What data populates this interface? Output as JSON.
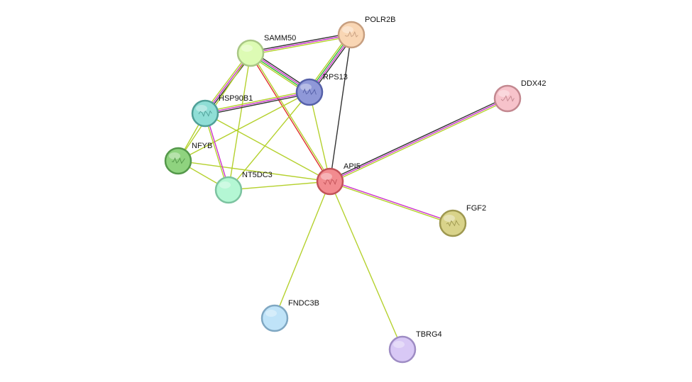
{
  "network": {
    "nodes": [
      {
        "id": "API5",
        "label": "API5",
        "color": "#f28b8f",
        "stroke": "#c25258",
        "has_structure": true
      },
      {
        "id": "POLR2B",
        "label": "POLR2B",
        "color": "#f9d6b4",
        "stroke": "#c79f80",
        "has_structure": true
      },
      {
        "id": "SAMM50",
        "label": "SAMM50",
        "color": "#ddfbb4",
        "stroke": "#a9c785",
        "has_structure": false
      },
      {
        "id": "RPS13",
        "label": "RPS13",
        "color": "#8f98d8",
        "stroke": "#5560a8",
        "has_structure": true
      },
      {
        "id": "HSP90B1",
        "label": "HSP90B1",
        "color": "#8fded6",
        "stroke": "#4f9f97",
        "has_structure": true
      },
      {
        "id": "NFYB",
        "label": "NFYB",
        "color": "#8fd37f",
        "stroke": "#54984a",
        "has_structure": true
      },
      {
        "id": "NT5DC3",
        "label": "NT5DC3",
        "color": "#b4f7d4",
        "stroke": "#7cc3a0",
        "has_structure": false
      },
      {
        "id": "DDX42",
        "label": "DDX42",
        "color": "#f7c3cb",
        "stroke": "#c38890",
        "has_structure": true
      },
      {
        "id": "FGF2",
        "label": "FGF2",
        "color": "#d9d38a",
        "stroke": "#9e9850",
        "has_structure": true
      },
      {
        "id": "FNDC3B",
        "label": "FNDC3B",
        "color": "#bfe3f8",
        "stroke": "#7fa7c2",
        "has_structure": false
      },
      {
        "id": "TBRG4",
        "label": "TBRG4",
        "color": "#d8c8f5",
        "stroke": "#9e8cc4",
        "has_structure": false
      }
    ],
    "edges": [
      {
        "from": "API5",
        "to": "DDX42",
        "colors": [
          "#333333",
          "#cc33cc",
          "#b5d12e"
        ]
      },
      {
        "from": "API5",
        "to": "FGF2",
        "colors": [
          "#cc33cc",
          "#b5d12e"
        ]
      },
      {
        "from": "API5",
        "to": "FNDC3B",
        "colors": [
          "#b5d12e"
        ]
      },
      {
        "from": "API5",
        "to": "TBRG4",
        "colors": [
          "#b5d12e"
        ]
      },
      {
        "from": "API5",
        "to": "POLR2B",
        "colors": [
          "#333333"
        ]
      },
      {
        "from": "API5",
        "to": "SAMM50",
        "colors": [
          "#e03030",
          "#b5d12e"
        ]
      },
      {
        "from": "API5",
        "to": "RPS13",
        "colors": [
          "#b5d12e"
        ]
      },
      {
        "from": "API5",
        "to": "HSP90B1",
        "colors": [
          "#b5d12e"
        ]
      },
      {
        "from": "API5",
        "to": "NFYB",
        "colors": [
          "#b5d12e"
        ]
      },
      {
        "from": "API5",
        "to": "NT5DC3",
        "colors": [
          "#b5d12e"
        ]
      },
      {
        "from": "SAMM50",
        "to": "POLR2B",
        "colors": [
          "#333333",
          "#cc33cc",
          "#b5d12e"
        ]
      },
      {
        "from": "SAMM50",
        "to": "RPS13",
        "colors": [
          "#333333",
          "#cc33cc",
          "#2eb82e",
          "#b5d12e"
        ]
      },
      {
        "from": "SAMM50",
        "to": "HSP90B1",
        "colors": [
          "#333333",
          "#cc33cc",
          "#b5d12e"
        ]
      },
      {
        "from": "SAMM50",
        "to": "NFYB",
        "colors": [
          "#b5d12e"
        ]
      },
      {
        "from": "SAMM50",
        "to": "NT5DC3",
        "colors": [
          "#b5d12e"
        ]
      },
      {
        "from": "POLR2B",
        "to": "RPS13",
        "colors": [
          "#333333",
          "#cc33cc",
          "#2eb82e",
          "#b5d12e"
        ]
      },
      {
        "from": "RPS13",
        "to": "HSP90B1",
        "colors": [
          "#333333",
          "#cc33cc",
          "#b5d12e"
        ]
      },
      {
        "from": "RPS13",
        "to": "NFYB",
        "colors": [
          "#b5d12e"
        ]
      },
      {
        "from": "RPS13",
        "to": "NT5DC3",
        "colors": [
          "#b5d12e"
        ]
      },
      {
        "from": "HSP90B1",
        "to": "NFYB",
        "colors": [
          "#b5d12e"
        ]
      },
      {
        "from": "HSP90B1",
        "to": "NT5DC3",
        "colors": [
          "#cc33cc",
          "#b5d12e"
        ]
      },
      {
        "from": "NFYB",
        "to": "NT5DC3",
        "colors": [
          "#b5d12e"
        ]
      }
    ]
  }
}
